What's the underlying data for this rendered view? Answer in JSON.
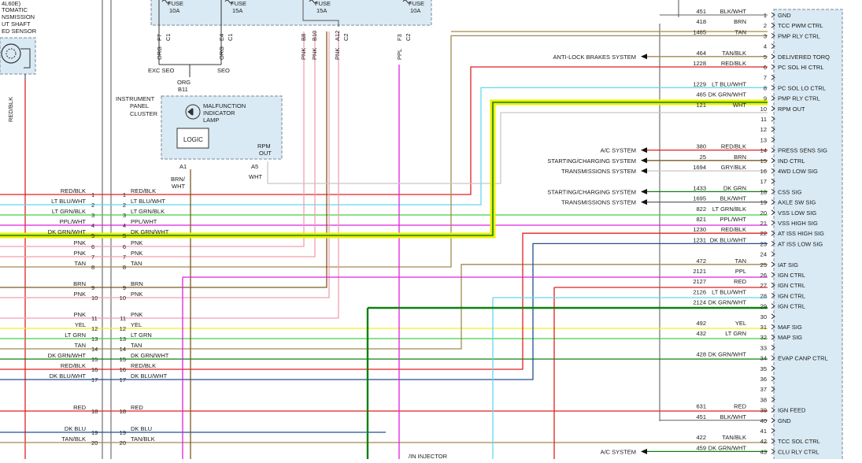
{
  "sensor_label": [
    "4L60E)",
    "TOMATIC",
    "NSMISSION",
    "UT SHAFT",
    "ED SENSOR"
  ],
  "sensor_wire": "RED/BLK",
  "fuses": [
    {
      "word": "FUSE",
      "rating": "10A"
    },
    {
      "word": "FUSE",
      "rating": "15A"
    },
    {
      "word": "FUSE",
      "rating": "15A"
    },
    {
      "word": "FUSE",
      "rating": "10A"
    }
  ],
  "top_pins": [
    {
      "pin": "F7",
      "conn": "C1",
      "color": "ORG"
    },
    {
      "pin": "E4",
      "conn": "C1",
      "color": "ORG"
    },
    {
      "pin": "B8",
      "conn": "",
      "color": "PNK"
    },
    {
      "pin": "B10",
      "conn": "",
      "color": "PNK"
    },
    {
      "pin": "A12",
      "conn": "C2",
      "color": "PNK"
    },
    {
      "pin": "F3",
      "conn": "C2",
      "color": "PPL"
    }
  ],
  "seo_labels": [
    "EXC SEO",
    "SEO"
  ],
  "ipc": {
    "label": [
      "INSTRUMENT",
      "PANEL",
      "CLUSTER"
    ],
    "mil": [
      "MALFUNCTION",
      "INDICATOR",
      "LAMP"
    ],
    "logic": "LOGIC",
    "rpm_out": [
      "RPM",
      "OUT"
    ],
    "in_color": "ORG",
    "in_pin": "B11",
    "a1": "A1",
    "a5": "A5",
    "a1_color": [
      "BRN/",
      "WHT"
    ],
    "a5_color": "WHT"
  },
  "left_conn": [
    {
      "color": "RED/BLK",
      "num": "1"
    },
    {
      "color": "LT BLU/WHT",
      "num": "2"
    },
    {
      "color": "LT GRN/BLK",
      "num": "3"
    },
    {
      "color": "PPL/WHT",
      "num": "4"
    },
    {
      "color": "DK GRN/WHT",
      "num": "5"
    },
    {
      "color": "PNK",
      "num": "6"
    },
    {
      "color": "PNK",
      "num": "7"
    },
    {
      "color": "TAN",
      "num": "8"
    },
    {
      "color": "BRN",
      "num": "9"
    },
    {
      "color": "PNK",
      "num": "10"
    },
    {
      "color": "PNK",
      "num": "11"
    },
    {
      "color": "YEL",
      "num": "12"
    },
    {
      "color": "LT GRN",
      "num": "13"
    },
    {
      "color": "TAN",
      "num": "14"
    },
    {
      "color": "DK GRN/WHT",
      "num": "15"
    },
    {
      "color": "RED/BLK",
      "num": "16"
    },
    {
      "color": "DK BLU/WHT",
      "num": "17"
    },
    {
      "color": "RED",
      "num": "18"
    },
    {
      "color": "DK BLU",
      "num": "19"
    },
    {
      "color": "TAN/BLK",
      "num": "20"
    }
  ],
  "right_conn": [
    {
      "num": "1",
      "circuit": "451",
      "color": "BLK/WHT",
      "func": "GND"
    },
    {
      "num": "2",
      "circuit": "418",
      "color": "BRN",
      "func": "TCC PWM CTRL"
    },
    {
      "num": "3",
      "circuit": "1465",
      "color": "TAN",
      "func": "PMP RLY CTRL"
    },
    {
      "num": "4",
      "circuit": "",
      "color": "",
      "func": ""
    },
    {
      "num": "5",
      "circuit": "464",
      "color": "TAN/BLK",
      "func": "DELIVERED TORQ"
    },
    {
      "num": "6",
      "circuit": "1228",
      "color": "RED/BLK",
      "func": "PC SOL HI CTRL"
    },
    {
      "num": "7",
      "circuit": "",
      "color": "",
      "func": ""
    },
    {
      "num": "8",
      "circuit": "1229",
      "color": "LT BLU/WHT",
      "func": "PC SOL LO CTRL"
    },
    {
      "num": "9",
      "circuit": "465",
      "color": "DK GRN/WHT",
      "func": "PMP RLY CTRL"
    },
    {
      "num": "10",
      "circuit": "121",
      "color": "WHT",
      "func": "RPM OUT"
    },
    {
      "num": "11",
      "circuit": "",
      "color": "",
      "func": ""
    },
    {
      "num": "12",
      "circuit": "",
      "color": "",
      "func": ""
    },
    {
      "num": "13",
      "circuit": "",
      "color": "",
      "func": ""
    },
    {
      "num": "14",
      "circuit": "380",
      "color": "RED/BLK",
      "func": "PRESS SENS SIG"
    },
    {
      "num": "15",
      "circuit": "25",
      "color": "BRN",
      "func": "IND CTRL"
    },
    {
      "num": "16",
      "circuit": "1694",
      "color": "GRY/BLK",
      "func": "4WD LOW SIG"
    },
    {
      "num": "17",
      "circuit": "",
      "color": "",
      "func": ""
    },
    {
      "num": "18",
      "circuit": "1433",
      "color": "DK GRN",
      "func": "CSS SIG"
    },
    {
      "num": "19",
      "circuit": "1695",
      "color": "BLK/WHT",
      "func": "AXLE SW SIG"
    },
    {
      "num": "20",
      "circuit": "822",
      "color": "LT GRN/BLK",
      "func": "VSS LOW SIG"
    },
    {
      "num": "21",
      "circuit": "821",
      "color": "PPL/WHT",
      "func": "VSS HIGH SIG"
    },
    {
      "num": "22",
      "circuit": "1230",
      "color": "RED/BLK",
      "func": "AT ISS HIGH SIG"
    },
    {
      "num": "23",
      "circuit": "1231",
      "color": "DK BLU/WHT",
      "func": "AT ISS LOW SIG"
    },
    {
      "num": "24",
      "circuit": "",
      "color": "",
      "func": ""
    },
    {
      "num": "25",
      "circuit": "472",
      "color": "TAN",
      "func": "IAT SIG"
    },
    {
      "num": "26",
      "circuit": "2121",
      "color": "PPL",
      "func": "IGN CTRL"
    },
    {
      "num": "27",
      "circuit": "2127",
      "color": "RED",
      "func": "IGN CTRL"
    },
    {
      "num": "28",
      "circuit": "2126",
      "color": "LT BLU/WHT",
      "func": "IGN CTRL"
    },
    {
      "num": "29",
      "circuit": "2124",
      "color": "DK GRN/WHT",
      "func": "IGN CTRL"
    },
    {
      "num": "30",
      "circuit": "",
      "color": "",
      "func": ""
    },
    {
      "num": "31",
      "circuit": "492",
      "color": "YEL",
      "func": "MAF SIG"
    },
    {
      "num": "32",
      "circuit": "432",
      "color": "LT GRN",
      "func": "MAP SIG"
    },
    {
      "num": "33",
      "circuit": "",
      "color": "",
      "func": ""
    },
    {
      "num": "34",
      "circuit": "428",
      "color": "DK GRN/WHT",
      "func": "EVAP CANP CTRL"
    },
    {
      "num": "35",
      "circuit": "",
      "color": "",
      "func": ""
    },
    {
      "num": "36",
      "circuit": "",
      "color": "",
      "func": ""
    },
    {
      "num": "37",
      "circuit": "",
      "color": "",
      "func": ""
    },
    {
      "num": "38",
      "circuit": "",
      "color": "",
      "func": ""
    },
    {
      "num": "39",
      "circuit": "631",
      "color": "RED",
      "func": "IGN FEED"
    },
    {
      "num": "40",
      "circuit": "451",
      "color": "BLK/WHT",
      "func": "GND"
    },
    {
      "num": "41",
      "circuit": "",
      "color": "",
      "func": ""
    },
    {
      "num": "42",
      "circuit": "422",
      "color": "TAN/BLK",
      "func": "TCC SOL CTRL"
    },
    {
      "num": "43",
      "circuit": "459",
      "color": "DK GRN/WHT",
      "func": "CLU RLY CTRL"
    }
  ],
  "systems": [
    {
      "name": "ANTI-LOCK BRAKES SYSTEM",
      "row": 5
    },
    {
      "name": "A/C SYSTEM",
      "row": 14
    },
    {
      "name": "STARTING/CHARGING SYSTEM",
      "row": 15
    },
    {
      "name": "TRANSMISSIONS SYSTEM",
      "row": 16
    },
    {
      "name": "STARTING/CHARGING SYSTEM",
      "row": 18
    },
    {
      "name": "TRANSMISSIONS SYSTEM",
      "row": 19
    },
    {
      "name": "A/C SYSTEM",
      "row": 43
    }
  ],
  "injector_label": "/IN INJECTOR",
  "wire_colors": {
    "red": "#e02020",
    "pink": "#f0a0b0",
    "tan": "#a08a50",
    "brown": "#7a5a20",
    "ltblu": "#60d8f0",
    "ltgrn": "#40d040",
    "dkgrn": "#108010",
    "ppl": "#e020e0",
    "yel": "#f0f020",
    "dkblu": "#205090",
    "gray": "#c8c8c8",
    "highlight": "#ecf200",
    "blk": "#606060"
  }
}
